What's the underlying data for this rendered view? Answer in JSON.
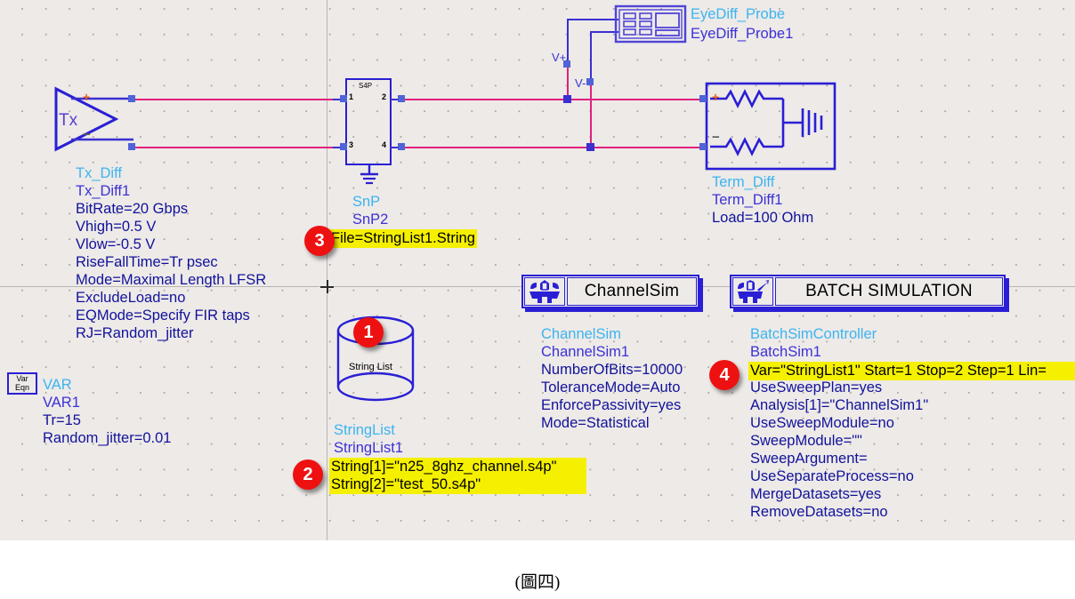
{
  "caption": "(圖四)",
  "components": {
    "tx": {
      "icon": "triangle-amplifier-symbol",
      "inner_label": "Tx",
      "plus": "+",
      "minus": "−",
      "type_name": "Tx_Diff",
      "instance_name": "Tx_Diff1",
      "params": [
        "BitRate=20 Gbps",
        "Vhigh=0.5 V",
        "Vlow=-0.5 V",
        "RiseFallTime=Tr psec",
        "Mode=Maximal Length LFSR",
        "ExcludeLoad=no",
        "EQMode=Specify FIR taps",
        "RJ=Random_jitter"
      ]
    },
    "var": {
      "icon": "var-eqn-icon",
      "icon_line1": "Var",
      "icon_line2": "Eqn",
      "type_name": "VAR",
      "instance_name": "VAR1",
      "params": [
        "Tr=15",
        "Random_jitter=0.01"
      ]
    },
    "snp": {
      "icon": "s4p-block-icon",
      "block_label": "S4P",
      "ports": [
        "1",
        "2",
        "3",
        "4"
      ],
      "ground": "ground-symbol",
      "type_name": "SnP",
      "instance_name": "SnP2",
      "param_highlighted": "File=StringList1.String"
    },
    "probe": {
      "icon": "eye-diagram-probe-icon",
      "type_name": "EyeDiff_Probe",
      "instance_name": "EyeDiff_Probe1",
      "node_plus": "V+",
      "node_minus": "V-"
    },
    "term": {
      "icon": "differential-termination-icon",
      "plus": "+",
      "minus": "−",
      "type_name": "Term_Diff",
      "instance_name": "Term_Diff1",
      "params": [
        "Load=100 Ohm"
      ]
    },
    "stringlist": {
      "icon": "database-cylinder-icon",
      "icon_label": "String List",
      "type_name": "StringList",
      "instance_name": "StringList1",
      "params_highlighted": [
        "String[1]=\"n25_8ghz_channel.s4p\"",
        "String[2]=\"test_50.s4p\""
      ]
    },
    "channelsim": {
      "icon": "channelsim-gear-icon",
      "header_title": "ChannelSim",
      "type_name": "ChannelSim",
      "instance_name": "ChannelSim1",
      "params": [
        "NumberOfBits=10000",
        "ToleranceMode=Auto",
        "EnforcePassivity=yes",
        "Mode=Statistical"
      ]
    },
    "batchsim": {
      "icon": "batch-simulation-gear-arrow-icon",
      "header_title": "BATCH SIMULATION",
      "type_name": "BatchSimController",
      "instance_name": "BatchSim1",
      "param_highlighted": "Var=\"StringList1\" Start=1 Stop=2 Step=1 Lin=",
      "params": [
        "UseSweepPlan=yes",
        "Analysis[1]=\"ChannelSim1\"",
        "UseSweepModule=no",
        "SweepModule=\"\"",
        "SweepArgument=",
        "UseSeparateProcess=no",
        "MergeDatasets=yes",
        "RemoveDatasets=no"
      ]
    }
  },
  "badges": [
    {
      "number": "1"
    },
    {
      "number": "2"
    },
    {
      "number": "3"
    },
    {
      "number": "4"
    }
  ],
  "colors": {
    "canvas_bg": "#edeae8",
    "wire_pink": "#e0227d",
    "symbol_blue": "#2a1fd4",
    "type_cyan": "#3cb4f0",
    "instance_blue": "#3c31d6",
    "param_blue": "#12129a",
    "highlight_yellow": "#f5f000",
    "badge_red": "#ee1111"
  }
}
